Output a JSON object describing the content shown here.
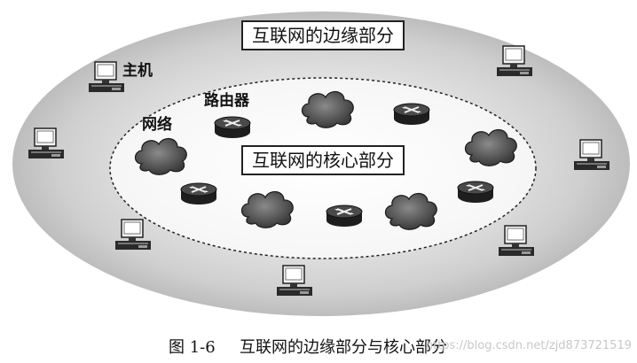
{
  "labels": {
    "edge": "互联网的边缘部分",
    "core": "互联网的核心部分",
    "host": "主机",
    "router": "路由器",
    "network": "网络"
  },
  "caption": {
    "number": "图 1-6",
    "title": "互联网的边缘部分与核心部分"
  },
  "watermark": "https://blog.csdn.net/zjd873721519",
  "icons": {
    "host": "computer-host-icon",
    "router": "router-icon",
    "network": "network-cloud-icon"
  }
}
